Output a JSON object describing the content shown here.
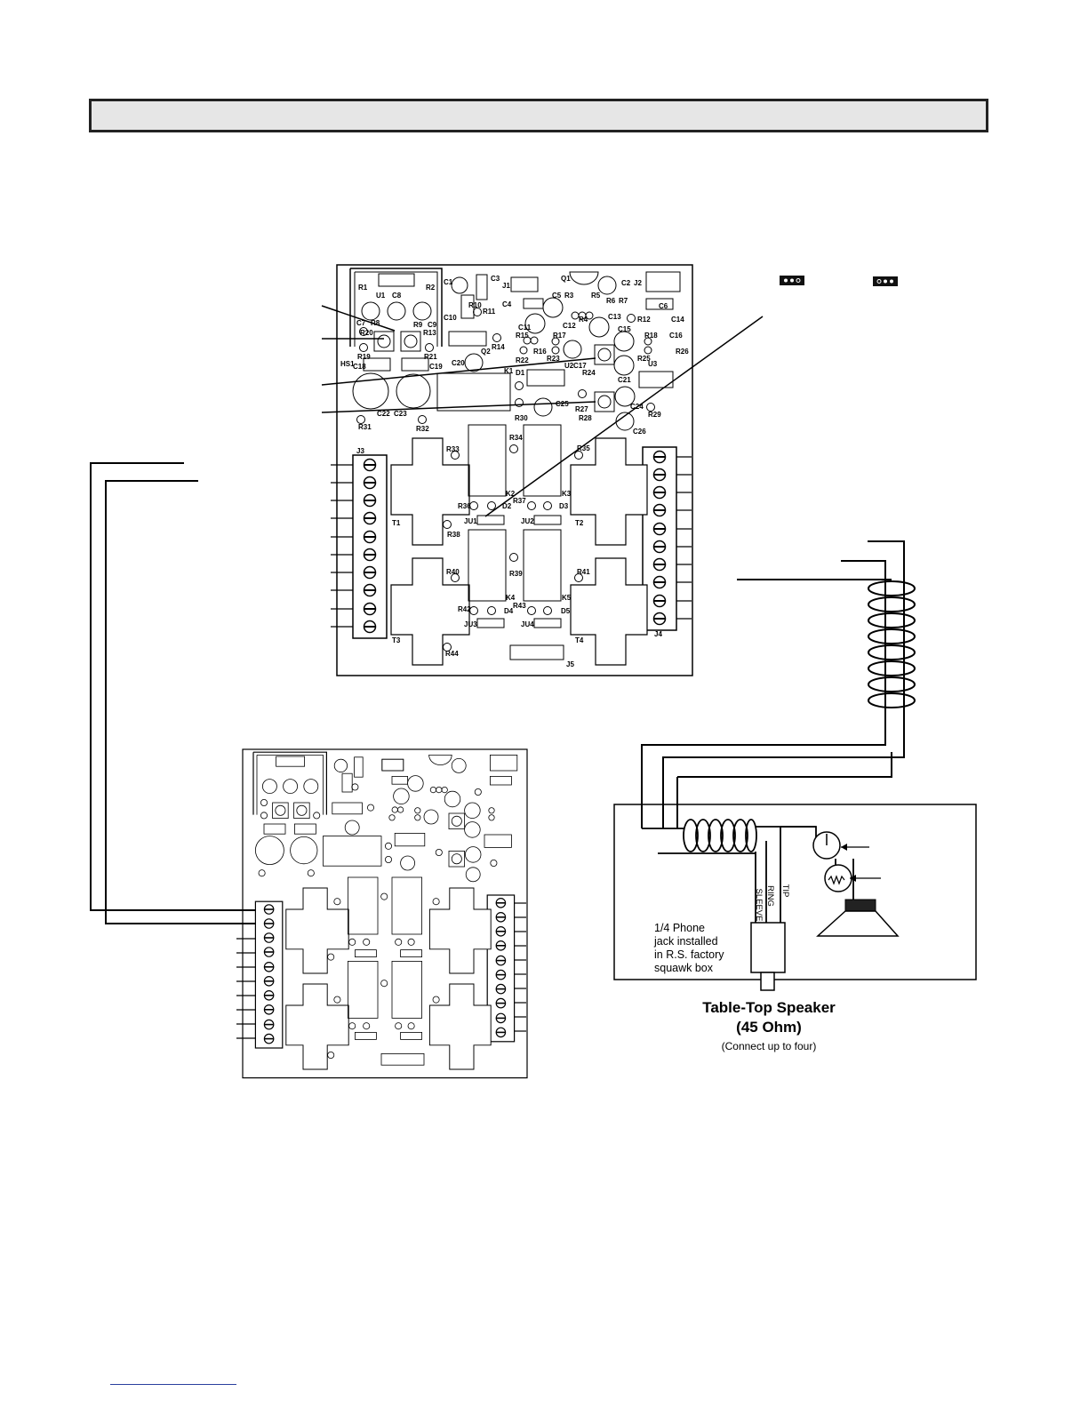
{
  "board_labels": {
    "capacitors": [
      "C1",
      "C2",
      "C3",
      "C4",
      "C5",
      "C6",
      "C7",
      "C8",
      "C9",
      "C10",
      "C11",
      "C12",
      "C13",
      "C14",
      "C15",
      "C16",
      "C17",
      "C18",
      "C19",
      "C20",
      "C21",
      "C22",
      "C23",
      "C24",
      "C25",
      "C26"
    ],
    "resistors": [
      "R1",
      "R2",
      "R3",
      "R4",
      "R5",
      "R6",
      "R7",
      "R8",
      "R9",
      "R10",
      "R11",
      "R12",
      "R13",
      "R14",
      "R15",
      "R16",
      "R17",
      "R18",
      "R19",
      "R20",
      "R21",
      "R22",
      "R23",
      "R24",
      "R25",
      "R26",
      "R27",
      "R28",
      "R29",
      "R30",
      "R31",
      "R32",
      "R33",
      "R34",
      "R35",
      "R36",
      "R37",
      "R38",
      "R39",
      "R40",
      "R41",
      "R42",
      "R43",
      "R44"
    ],
    "transformers": [
      "T1",
      "T2",
      "T3",
      "T4"
    ],
    "relays": [
      "K1",
      "K2",
      "K3",
      "K4",
      "K5"
    ],
    "diodes": [
      "D1",
      "D2",
      "D3",
      "D4",
      "D5"
    ],
    "jumpers": [
      "JU1",
      "JU2",
      "JU3",
      "JU4"
    ],
    "connectors": [
      "J1",
      "J2",
      "J3",
      "J4",
      "J5"
    ],
    "ics": [
      "U1",
      "U2",
      "U3"
    ],
    "misc": [
      "Q1",
      "Q2",
      "HS1"
    ]
  },
  "speaker": {
    "jack_note": [
      "1/4 Phone",
      "jack installed",
      "in R.S. factory",
      "squawk box"
    ],
    "plug_labels": {
      "sleeve": "SLEEVE",
      "ring": "RING",
      "tip": "TIP"
    },
    "caption_title": "Table-Top Speaker",
    "caption_subtitle": "(45 Ohm)",
    "caption_note": "(Connect up to four)"
  },
  "colors": {
    "line": "#000000",
    "header_fill": "#e6e6e6",
    "footer_rule": "#2a3f9e"
  }
}
